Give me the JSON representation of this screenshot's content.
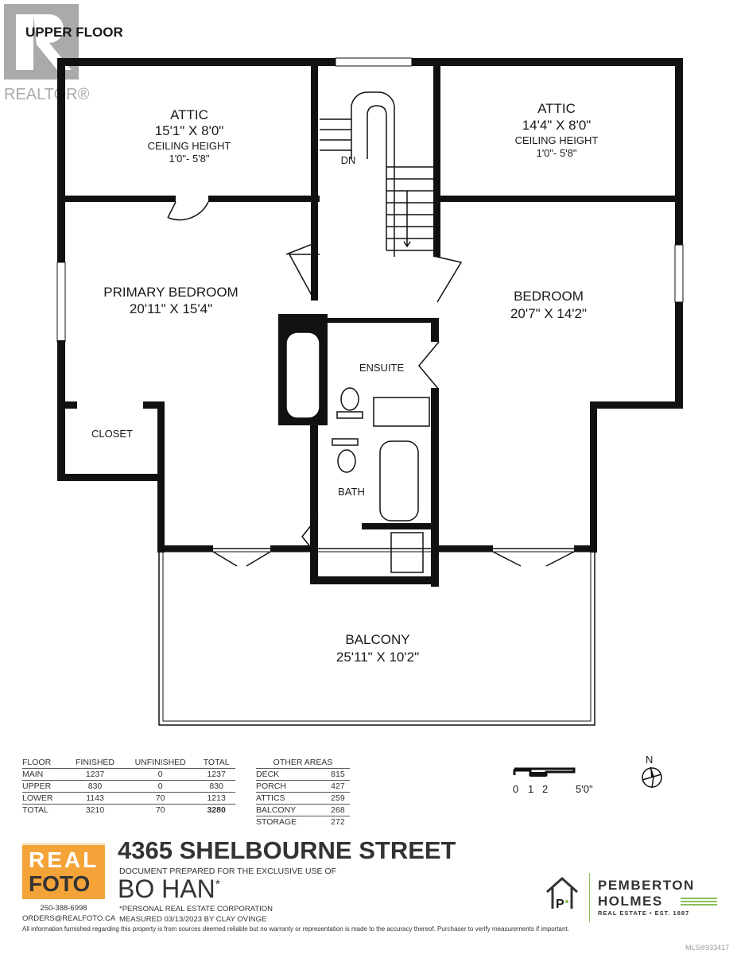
{
  "header": {
    "floor_label": "UPPER FLOOR",
    "watermark": "REALTOR®"
  },
  "rooms": {
    "attic_left": {
      "name": "ATTIC",
      "dims": "15'1\" X 8'0\"",
      "note": "CEILING HEIGHT",
      "height": "1'0\"- 5'8\""
    },
    "attic_right": {
      "name": "ATTIC",
      "dims": "14'4\" X 8'0\"",
      "note": "CEILING HEIGHT",
      "height": "1'0\"- 5'8\""
    },
    "stairs": "DN",
    "primary": {
      "name": "PRIMARY BEDROOM",
      "dims": "20'11\" X 15'4\""
    },
    "bedroom": {
      "name": "BEDROOM",
      "dims": "20'7\" X 14'2\""
    },
    "ensuite": "ENSUITE",
    "bath": "BATH",
    "closet": "CLOSET",
    "balcony": {
      "name": "BALCONY",
      "dims": "25'11\" X 10'2\""
    }
  },
  "area_table": {
    "headers": [
      "FLOOR",
      "FINISHED",
      "UNFINISHED",
      "TOTAL"
    ],
    "rows": [
      [
        "MAIN",
        "1237",
        "0",
        "1237"
      ],
      [
        "UPPER",
        "830",
        "0",
        "830"
      ],
      [
        "LOWER",
        "1143",
        "70",
        "1213"
      ],
      [
        "TOTAL",
        "3210",
        "70",
        "3280"
      ]
    ]
  },
  "other_areas": {
    "header": "OTHER AREAS",
    "rows": [
      [
        "DECK",
        "815"
      ],
      [
        "PORCH",
        "427"
      ],
      [
        "ATTICS",
        "259"
      ],
      [
        "BALCONY",
        "268"
      ],
      [
        "STORAGE",
        "272"
      ]
    ]
  },
  "scale": {
    "labels": [
      "0",
      "1",
      "2",
      "5'0\""
    ],
    "north": "N"
  },
  "footer": {
    "address": "4365 SHELBOURNE STREET",
    "prepared": "DOCUMENT PREPARED FOR THE EXCLUSIVE USE OF",
    "client": "BO HAN",
    "client_mark": "*",
    "corp": "*PERSONAL REAL ESTATE CORPORATION",
    "measured": "MEASURED 03/13/2023  BY CLAY OVINGE",
    "phone": "250-388-6998",
    "email": "ORDERS@REALFOTO.CA",
    "logo_top": "REAL",
    "logo_bottom": "FOTO",
    "brokerage": [
      "PEMBERTON",
      "HOLMES",
      "REAL ESTATE • EST. 1887"
    ],
    "disclaimer": "All information furnished regarding this property is from sources deemed reliable but no warranty or representation is made to the accuracy thereof. Purchaser to verify measurements if important.",
    "mls": "MLS®933417"
  },
  "colors": {
    "wall": "#111111",
    "accent": "#f4a338",
    "brand_green": "#8bbf5a"
  }
}
